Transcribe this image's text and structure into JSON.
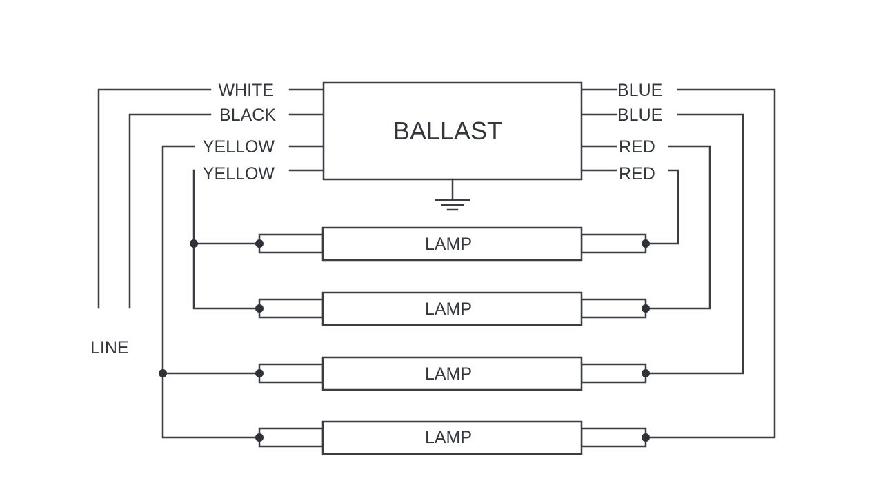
{
  "ballast": {
    "label": "BALLAST"
  },
  "left_leads": [
    {
      "label": "WHITE"
    },
    {
      "label": "BLACK"
    },
    {
      "label": "YELLOW"
    },
    {
      "label": "YELLOW"
    }
  ],
  "right_leads": [
    {
      "label": "BLUE"
    },
    {
      "label": "BLUE"
    },
    {
      "label": "RED"
    },
    {
      "label": "RED"
    }
  ],
  "line": {
    "label": "LINE"
  },
  "lamps": [
    {
      "label": "LAMP"
    },
    {
      "label": "LAMP"
    },
    {
      "label": "LAMP"
    },
    {
      "label": "LAMP"
    }
  ],
  "colors": {
    "wire": "#3a3d45",
    "text": "#34363d",
    "background": "#ffffff"
  }
}
